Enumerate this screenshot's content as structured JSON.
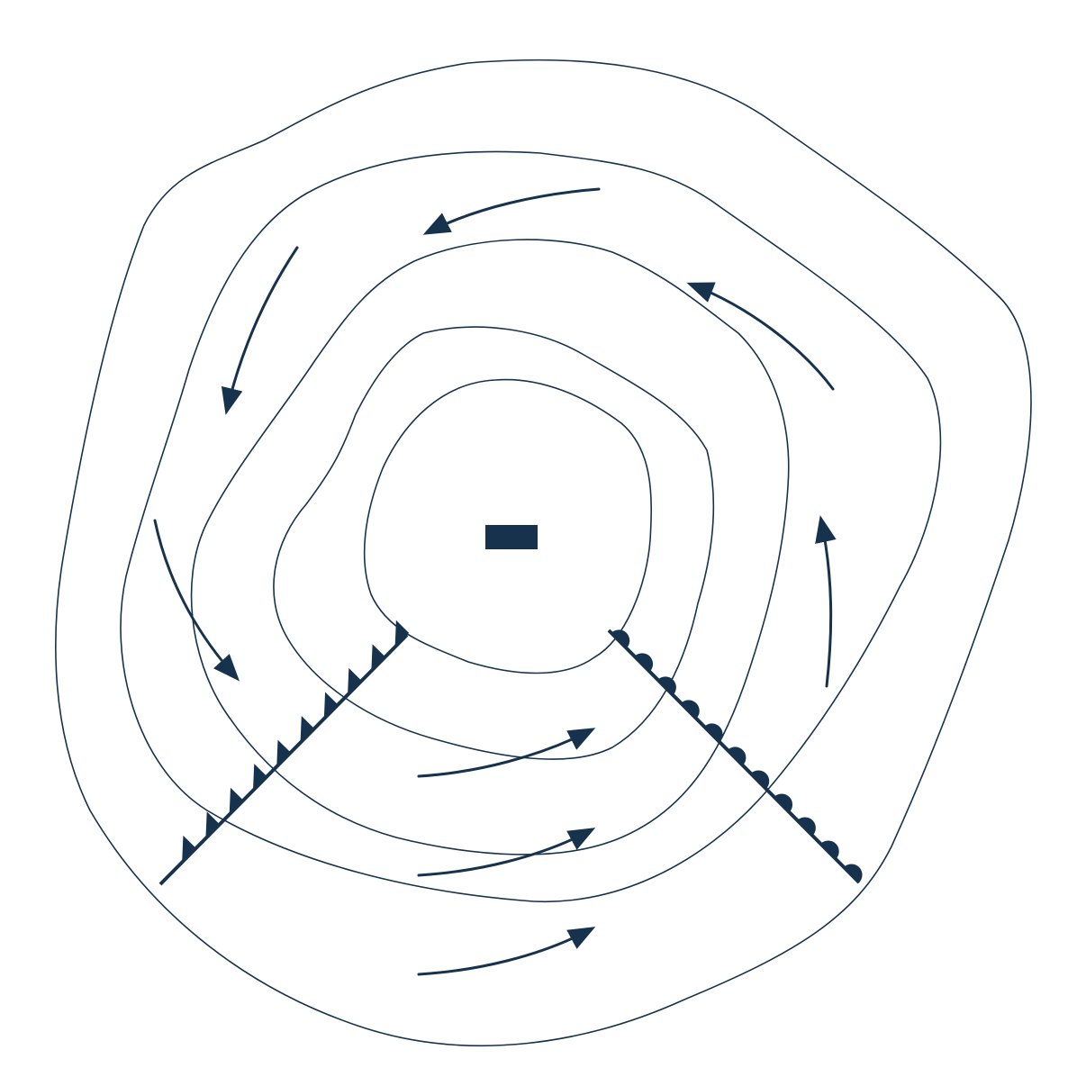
{
  "diagram": {
    "type": "synoptic-weather-map",
    "center_symbol": "low-pressure-minus-sign",
    "isobar_count": 5,
    "wind_arrow_count": 8,
    "fronts": [
      "cold-front",
      "warm-front"
    ],
    "rotation": "counterclockwise",
    "colors": {
      "line": "#17324d",
      "background": "#ffffff"
    }
  }
}
